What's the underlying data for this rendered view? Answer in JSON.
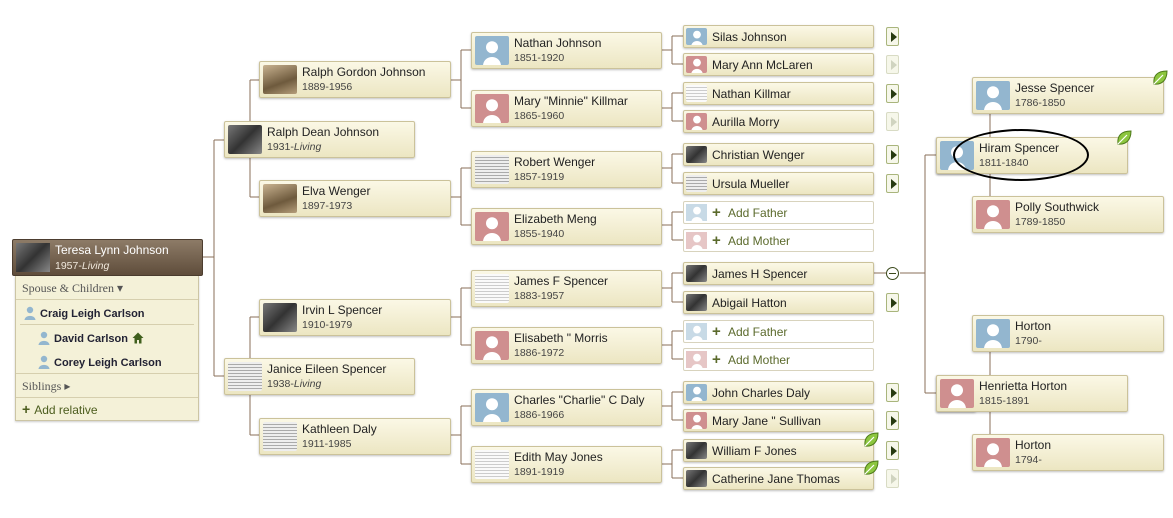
{
  "root": {
    "name": "Teresa Lynn Johnson",
    "birth": "1957-",
    "living": "Living"
  },
  "panel": {
    "spouse_header": "Spouse & Children ▾",
    "spouse": "Craig Leigh Carlson",
    "children": [
      "David Carlson",
      "Corey Leigh Carlson"
    ],
    "siblings_header": "Siblings ▸",
    "add_relative": "Add relative",
    "add_glyph": "+"
  },
  "gen1": {
    "father": {
      "name": "Ralph Dean Johnson",
      "birth": "1931-",
      "living": "Living"
    },
    "mother": {
      "name": "Janice Eileen Spencer",
      "birth": "1938-",
      "living": "Living"
    }
  },
  "gen2": [
    {
      "name": "Ralph Gordon Johnson",
      "years": "1889-1956"
    },
    {
      "name": "Elva Wenger",
      "years": "1897-1973"
    },
    {
      "name": "Irvin L Spencer",
      "years": "1910-1979"
    },
    {
      "name": "Kathleen Daly",
      "years": "1911-1985"
    }
  ],
  "gen3": [
    {
      "name": "Nathan Johnson",
      "years": "1851-1920"
    },
    {
      "name": "Mary \"Minnie\" Killmar",
      "years": "1865-1960"
    },
    {
      "name": "Robert Wenger",
      "years": "1857-1919"
    },
    {
      "name": "Elizabeth Meng",
      "years": "1855-1940"
    },
    {
      "name": "James F Spencer",
      "years": "1883-1957"
    },
    {
      "name": "Elisabeth \" Morris",
      "years": "1886-1972"
    },
    {
      "name": "Charles \"Charlie\" C Daly",
      "years": "1886-1966"
    },
    {
      "name": "Edith May Jones",
      "years": "1891-1919"
    }
  ],
  "gen4": [
    {
      "name": "Silas Johnson"
    },
    {
      "name": "Mary Ann McLaren"
    },
    {
      "name": "Nathan Killmar"
    },
    {
      "name": "Aurilla Morry"
    },
    {
      "name": "Christian Wenger"
    },
    {
      "name": "Ursula Mueller"
    },
    {
      "add": "Add Father"
    },
    {
      "add": "Add Mother"
    },
    {
      "name": "James H Spencer"
    },
    {
      "name": "Abigail Hatton"
    },
    {
      "add": "Add Father"
    },
    {
      "add": "Add Mother"
    },
    {
      "name": "John Charles Daly"
    },
    {
      "name": "Mary Jane \" Sullivan"
    },
    {
      "name": "William F Jones"
    },
    {
      "name": "Catherine Jane Thomas"
    }
  ],
  "expanded": {
    "jesse": {
      "name": "Jesse Spencer",
      "years": "1786-1850"
    },
    "hiram": {
      "name": "Hiram Spencer",
      "years": "1811-1840"
    },
    "polly": {
      "name": "Polly Southwick",
      "years": "1789-1850"
    },
    "horton1": {
      "name": "Horton",
      "years": "1790-"
    },
    "henrietta": {
      "name": "Henrietta Horton",
      "years": "1815-1891"
    },
    "horton2": {
      "name": "Horton",
      "years": "1794-"
    }
  },
  "icons": {
    "leaf": "leaf-hint-icon",
    "arrow": "expand-arrow-icon",
    "collapse": "collapse-icon",
    "home": "home-icon"
  },
  "colors": {
    "male": "#93b6cf",
    "female": "#cf8f8f",
    "accent": "#5b6a2c",
    "root": "#6f5d4a"
  }
}
